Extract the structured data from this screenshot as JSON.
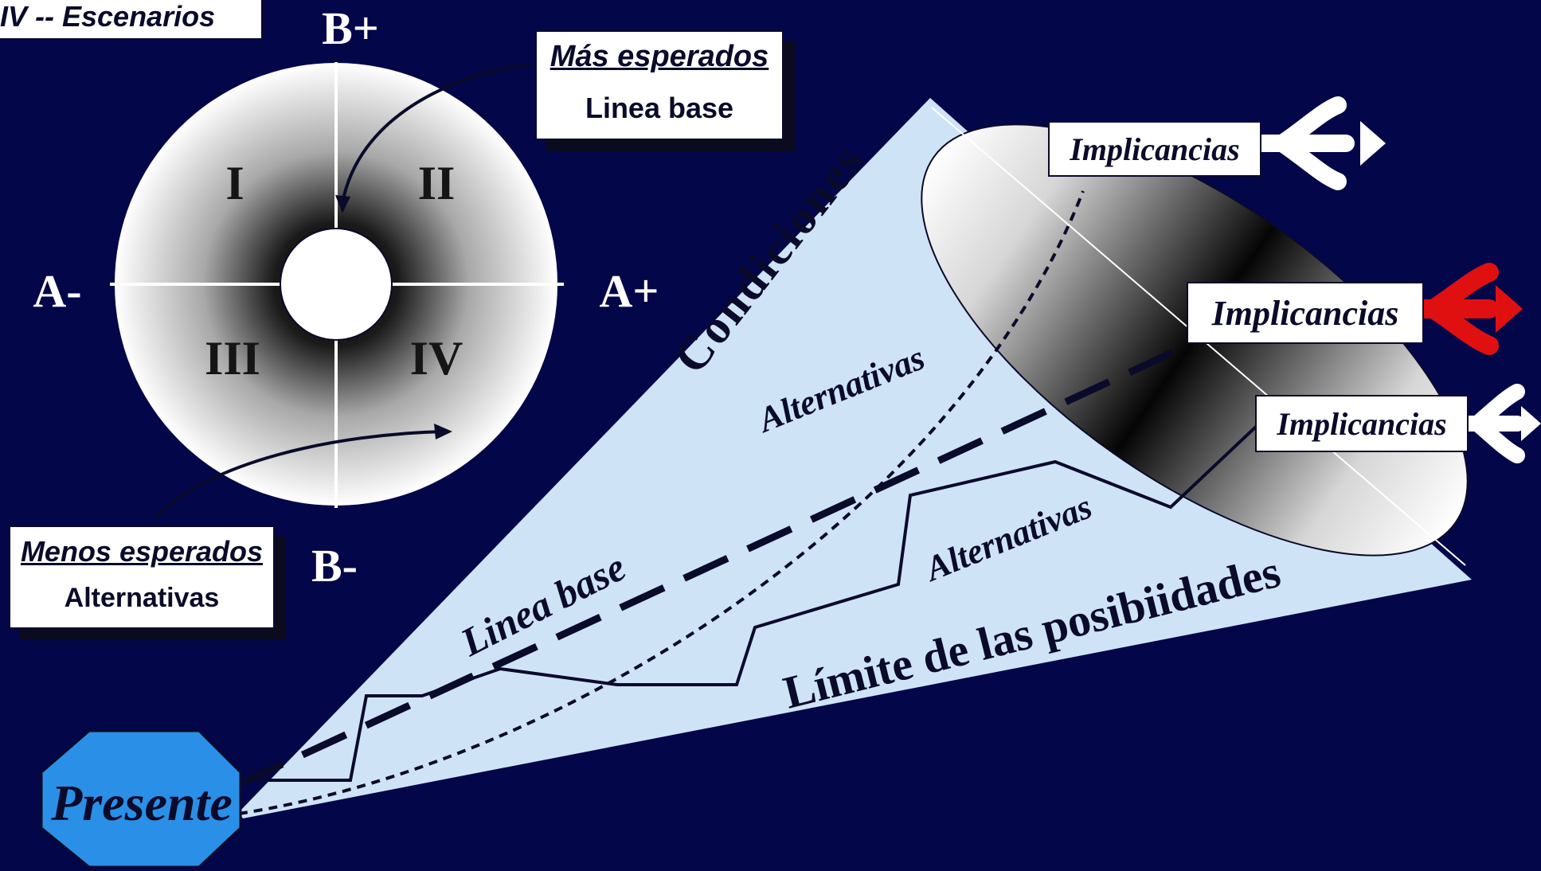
{
  "title": "IV -- Escenarios",
  "axes": {
    "b_plus": "B+",
    "b_minus": "B-",
    "a_minus": "A-",
    "a_plus": "A+"
  },
  "quadrants": [
    "I",
    "II",
    "III",
    "IV"
  ],
  "mas_esperados": {
    "title": "Más esperados",
    "subtitle": "Linea base"
  },
  "menos_esperados": {
    "title": "Menos esperados",
    "subtitle": "Alternativas"
  },
  "cone": {
    "condiciones": "Condiciones",
    "limite": "Límite de las posibiidades",
    "linea_base": "Linea base",
    "alternativas_upper": "Alternativas",
    "alternativas_lower": "Alternativas"
  },
  "implicancias": [
    "Implicancias",
    "Implicancias",
    "Implicancias"
  ],
  "presente": "Presente",
  "colors": {
    "background": "#04064a",
    "cone_fill": "#cfe3f7",
    "presente_fill": "#2a8fe6",
    "accent_arrow": "#e01010"
  }
}
